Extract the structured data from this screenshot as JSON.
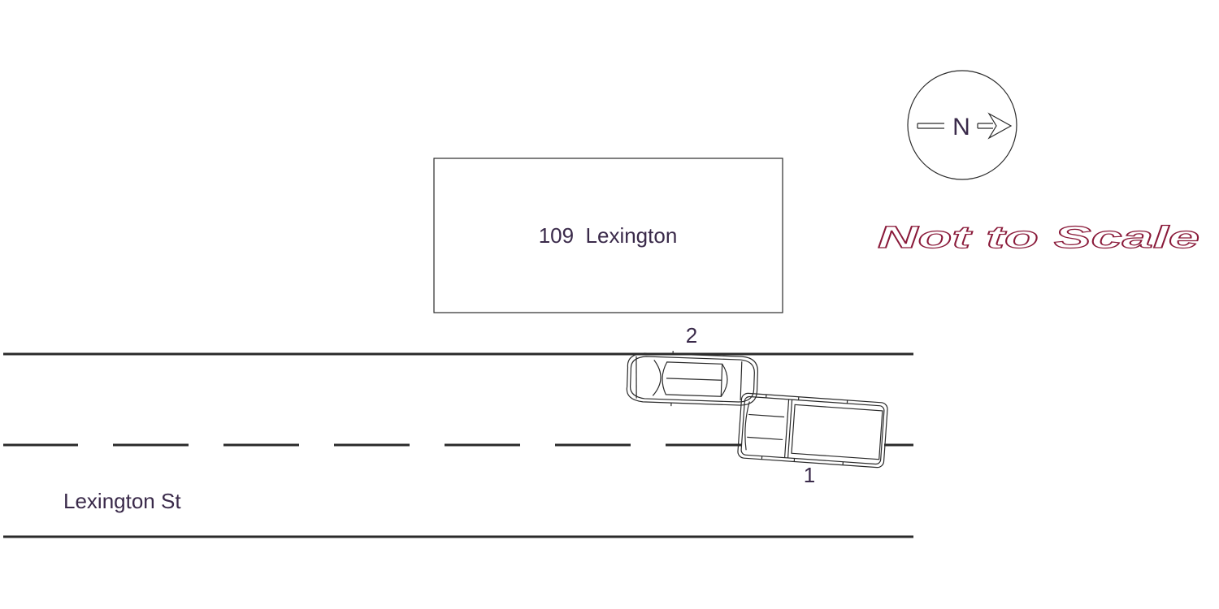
{
  "building": {
    "label": "109  Lexington"
  },
  "street": {
    "label": "Lexington St"
  },
  "north_arrow": {
    "label": "N"
  },
  "scale_note": {
    "label": "Not to Scale"
  },
  "vehicles": [
    {
      "id": "vehicle-1",
      "label": "1",
      "kind": "pickup truck"
    },
    {
      "id": "vehicle-2",
      "label": "2",
      "kind": "sedan"
    }
  ],
  "colors": {
    "line": "#2a2a2a",
    "text": "#3a2a4a",
    "accent": "#8a1a3a"
  }
}
